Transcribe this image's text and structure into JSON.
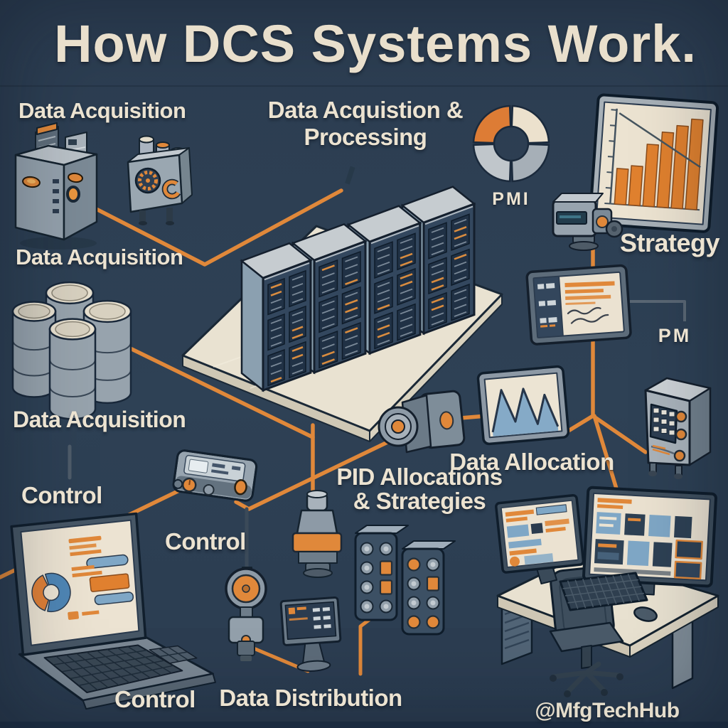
{
  "title": "How DCS Systems Work.",
  "watermark": "@MfgTechHub",
  "labels": {
    "data_acquisition_top": "Data Acquisition",
    "acq_processing_line1": "Data Acquistion &",
    "acq_processing_line2": "Processing",
    "pmi": "PMI",
    "strategy": "Strategy",
    "data_acquisition_mid": "Data Acquisition",
    "pm": "PM",
    "data_acquisition_lower": "Data Acquisition",
    "control_left": "Control",
    "control_mid": "Control",
    "pid_line1": "PID Allocations",
    "pid_line2": "& Strategies",
    "data_allocation": "Data Allocation",
    "control_bottom": "Control",
    "data_distribution": "Data Distribution"
  },
  "colors": {
    "background": "#2d3f53",
    "accent_orange": "#e0883a",
    "text_cream": "#ece3d1",
    "panel_navy": "#33475e",
    "steel_gray": "#97a3ad",
    "sky_blue": "#7fa7c6",
    "outline_dark": "#16232f"
  },
  "device_icons": [
    "data-acquisition-unit-icon",
    "sensor-module-icon",
    "storage-drums-icon",
    "server-rack-cluster-icon",
    "pmi-donut-icon",
    "strategy-bar-chart-icon",
    "surveillance-camera-icon",
    "report-tablet-icon",
    "pm-keypad-box-icon",
    "handheld-controller-icon",
    "pressure-transmitter-icon",
    "pid-sensor-camera-icon",
    "trend-monitor-icon",
    "control-valve-icon",
    "field-monitor-icon",
    "io-panel-icon",
    "control-laptop-icon",
    "operator-workstation-icon"
  ],
  "charts": {
    "strategy_bar_chart": {
      "type": "bar",
      "values": [
        38,
        42,
        66,
        80,
        88,
        96
      ],
      "ylim": [
        0,
        100
      ],
      "bar_color": "#e0812f",
      "axis_ticks": 7,
      "legend": "none",
      "grid": false
    },
    "pmi_donut": {
      "type": "pie",
      "segments": [
        {
          "name": "q-top-left",
          "from": 272,
          "to": 358,
          "color": "#dd7c35"
        },
        {
          "name": "q-top-right",
          "from": 2,
          "to": 88,
          "color": "#ece1cd"
        },
        {
          "name": "q-bottom-right",
          "from": 92,
          "to": 178,
          "color": "#a6afb7"
        },
        {
          "name": "q-bottom-left",
          "from": 182,
          "to": 268,
          "color": "#c0c6cb"
        }
      ]
    },
    "allocation_trend": {
      "type": "line",
      "points": [
        [
          4,
          74
        ],
        [
          21,
          16
        ],
        [
          37,
          62
        ],
        [
          52,
          17
        ],
        [
          68,
          68
        ],
        [
          81,
          28
        ],
        [
          96,
          74
        ]
      ],
      "fill_color": "#7fa7c6",
      "line_color": "#26364a"
    },
    "laptop_donut": {
      "type": "pie",
      "segments": [
        {
          "name": "orange-slice",
          "from": 205,
          "to": 340,
          "color": "#df8038"
        },
        {
          "name": "blue-slice",
          "from": 348,
          "to": 557,
          "color": "#4f86b5"
        }
      ]
    }
  }
}
